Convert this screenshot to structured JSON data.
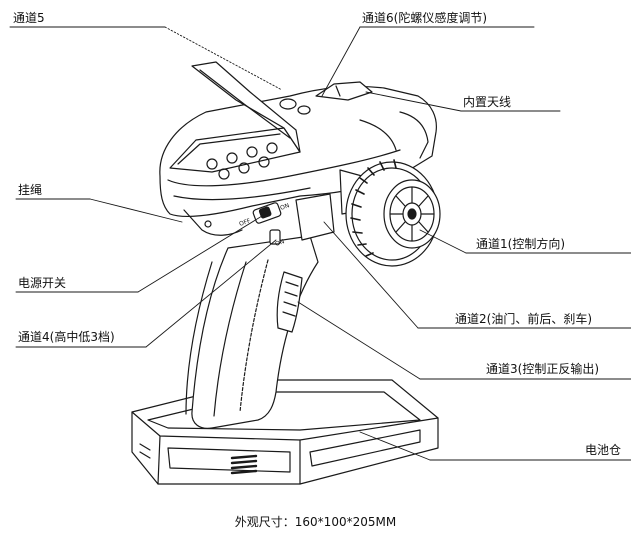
{
  "labels": {
    "ch5": "通道5",
    "ch6": "通道6(陀螺仪感度调节)",
    "antenna": "内置天线",
    "strap": "挂绳",
    "ch1": "通道1(控制方向)",
    "power": "电源开关",
    "ch2": "通道2(油门、前后、刹车)",
    "ch4": "通道4(高中低3档)",
    "ch3": "通道3(控制正反输出)",
    "battery": "电池仓"
  },
  "switch": {
    "off": "OFF",
    "on": "ON",
    "on2": "ON"
  },
  "footer": "外观尺寸：160*100*205MM"
}
